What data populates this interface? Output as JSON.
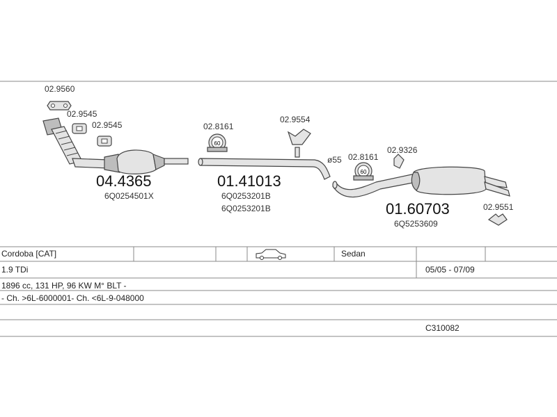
{
  "parts": {
    "gasket_top": "02.9560",
    "mount_a": "02.9545",
    "mount_b": "02.9545",
    "catalyst_code": "04.4365",
    "catalyst_oem": "6Q0254501X",
    "ring_mid": "02.8161",
    "hanger_mid": "02.9554",
    "pipe_code": "01.41013",
    "pipe_oem_1": "6Q0253201B",
    "pipe_oem_2": "6Q0253201B",
    "diameter": "ø55",
    "ring_rear": "02.8161",
    "hanger_rear": "02.9326",
    "muffler_code": "01.60703",
    "muffler_oem": "6Q5253609",
    "tail_clamp": "02.9551",
    "ring_mid_size": "60",
    "ring_rear_size": "60"
  },
  "info": {
    "model": "Cordoba  [CAT]",
    "body_type": "Sedan",
    "engine": "1.9 TDi",
    "production": "05/05 - 07/09",
    "spec": "1896 cc, 131 HP, 96 KW M° BLT -",
    "chassis": "- Ch. >6L-6000001- Ch. <6L-9-048000",
    "catalog_code": "C310082"
  },
  "icons": {
    "car": "sedan-car-icon"
  }
}
